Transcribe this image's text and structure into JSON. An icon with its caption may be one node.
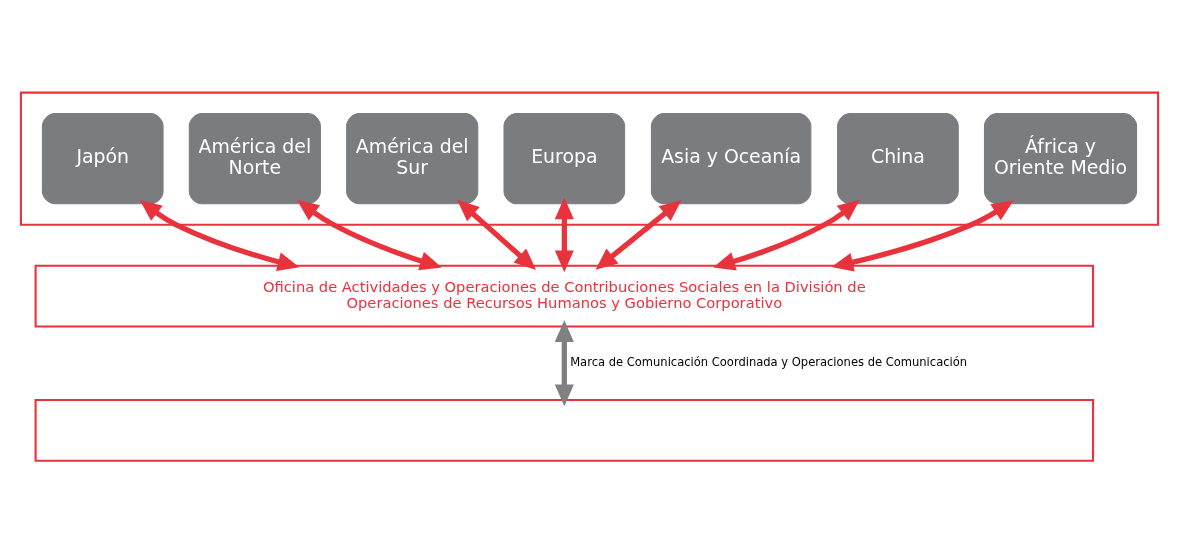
{
  "diagram": {
    "nodes": [
      {
        "text": [],
        "shape": "box"
      },
      {
        "text": [
          "Japón"
        ],
        "in": 0
      },
      {
        "text": [
          "América del Norte"
        ],
        "in": 0
      },
      {
        "text": [
          "América del Sur"
        ],
        "in": 0
      },
      {
        "text": [
          "Europa"
        ],
        "in": 0
      },
      {
        "text": [
          "Asia y Oceanía"
        ],
        "in": 0
      },
      {
        "text": [
          "China"
        ],
        "in": 0
      },
      {
        "text": [
          "África y Oriente Medio"
        ],
        "in": 0
      },
      {
        "text": [
          "Oficina de Actividades y Operaciones de Contribuciones Sociales en la División de Operaciones de Recursos Humanos y Gobierno Corporativo"
        ]
      },
      {
        "text": [],
        "shape": "box"
      }
    ],
    "edges": [
      {
        "from": 1,
        "to": 8,
        "arrow": "both"
      },
      {
        "from": 2,
        "to": 8,
        "arrow": "both"
      },
      {
        "from": 3,
        "to": 8,
        "arrow": "both"
      },
      {
        "from": 4,
        "to": 8,
        "arrow": "both"
      },
      {
        "from": 5,
        "to": 8,
        "arrow": "both"
      },
      {
        "from": 6,
        "to": 8,
        "arrow": "both"
      },
      {
        "from": 7,
        "to": 8,
        "arrow": "both"
      },
      {
        "from": 8,
        "to": 9,
        "arrow": "both",
        "label": "Marca de Comunicación Coordinada y Operaciones de Comunicación",
        "color": "#808080"
      }
    ]
  }
}
